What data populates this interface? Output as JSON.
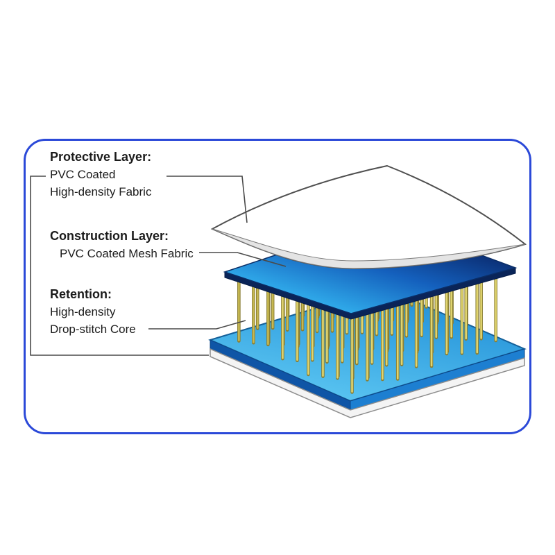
{
  "labels": {
    "protective": {
      "title": "Protective Layer:",
      "line1": "PVC Coated",
      "line2": "High-density Fabric"
    },
    "construction": {
      "title": "Construction Layer:",
      "line1": "PVC Coated Mesh Fabric"
    },
    "retention": {
      "title": "Retention:",
      "line1": "High-density",
      "line2": "Drop-stitch Core"
    }
  },
  "colors": {
    "frame_border": "#2b49d8",
    "leader_line": "#4a4a4a",
    "sheet_fill": "#ffffff",
    "sheet_edge": "#e4e4e4",
    "sheet_outline": "#4f4f4f",
    "mesh_back": "#0a2a6e",
    "mesh_mid": "#1460bd",
    "mesh_front": "#2fa9e9",
    "mesh_side": "#0a2458",
    "thread_light": "#e0d46e",
    "thread_shade": "#c6b851",
    "thread_dark": "#8a7e32",
    "base_back": "#2391d8",
    "base_front": "#57c2f0",
    "base_side_left": "#0f55a6",
    "base_side_right": "#1d7fd1",
    "base_skin": "#f4f4f4"
  }
}
